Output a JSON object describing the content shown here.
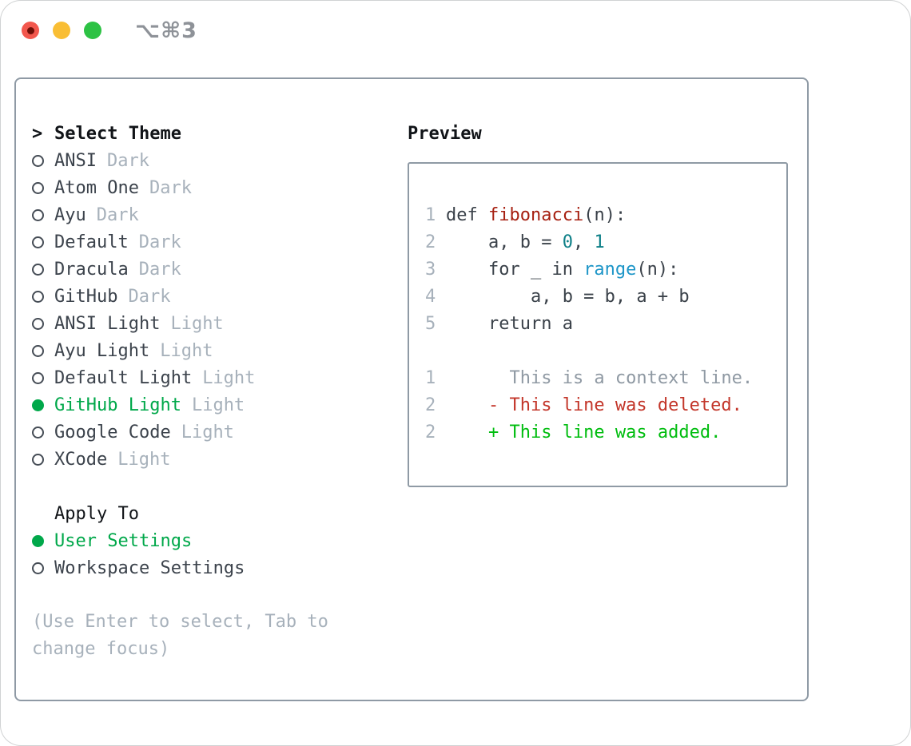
{
  "window": {
    "hotkey_label": "⌥⌘3"
  },
  "theme_picker": {
    "title": "Select Theme",
    "prompt_char": ">",
    "items": [
      {
        "label": "ANSI",
        "tag": "Dark",
        "selected": false
      },
      {
        "label": "Atom One",
        "tag": "Dark",
        "selected": false
      },
      {
        "label": "Ayu",
        "tag": "Dark",
        "selected": false
      },
      {
        "label": "Default",
        "tag": "Dark",
        "selected": false
      },
      {
        "label": "Dracula",
        "tag": "Dark",
        "selected": false
      },
      {
        "label": "GitHub",
        "tag": "Dark",
        "selected": false
      },
      {
        "label": "ANSI Light",
        "tag": "Light",
        "selected": false
      },
      {
        "label": "Ayu Light",
        "tag": "Light",
        "selected": false
      },
      {
        "label": "Default Light",
        "tag": "Light",
        "selected": false
      },
      {
        "label": "GitHub Light",
        "tag": "Light",
        "selected": true
      },
      {
        "label": "Google Code",
        "tag": "Light",
        "selected": false
      },
      {
        "label": "XCode",
        "tag": "Light",
        "selected": false
      }
    ],
    "apply_to": {
      "title": "Apply To",
      "options": [
        {
          "label": "User Settings",
          "selected": true
        },
        {
          "label": "Workspace Settings",
          "selected": false
        }
      ]
    },
    "hint": "(Use Enter to select, Tab to change focus)"
  },
  "preview": {
    "title": "Preview",
    "code_lines": [
      {
        "num": "1",
        "tokens": [
          {
            "text": "def ",
            "type": "code"
          },
          {
            "text": "fibonacci",
            "type": "func"
          },
          {
            "text": "(n):",
            "type": "code"
          }
        ]
      },
      {
        "num": "2",
        "tokens": [
          {
            "text": "    a, b = ",
            "type": "code"
          },
          {
            "text": "0",
            "type": "num"
          },
          {
            "text": ", ",
            "type": "code"
          },
          {
            "text": "1",
            "type": "num"
          }
        ]
      },
      {
        "num": "3",
        "tokens": [
          {
            "text": "    for _ in ",
            "type": "code"
          },
          {
            "text": "range",
            "type": "builtin"
          },
          {
            "text": "(n):",
            "type": "code"
          }
        ]
      },
      {
        "num": "4",
        "tokens": [
          {
            "text": "        a, b = b, a + b",
            "type": "code"
          }
        ]
      },
      {
        "num": "5",
        "tokens": [
          {
            "text": "    return a",
            "type": "code"
          }
        ]
      },
      {
        "num": "",
        "tokens": []
      },
      {
        "num": "1",
        "tokens": [
          {
            "text": "      This is a context line.",
            "type": "context"
          }
        ]
      },
      {
        "num": "2",
        "tokens": [
          {
            "text": "    - This line was deleted.",
            "type": "deleted"
          }
        ]
      },
      {
        "num": "2",
        "tokens": [
          {
            "text": "    + This line was added.",
            "type": "added"
          }
        ]
      }
    ]
  },
  "colors": {
    "selection_green": "#00a84a",
    "added_green": "#00bd0f",
    "deleted_red": "#c3362a",
    "function_red": "#a61f10",
    "number_teal": "#0d7f87",
    "builtin_blue": "#1e96c8",
    "muted_gray": "#a7b1bb",
    "border_gray": "#8f9aa5",
    "traffic_red": "#f2574d",
    "traffic_yellow": "#f9be34",
    "traffic_green": "#2dc244"
  }
}
